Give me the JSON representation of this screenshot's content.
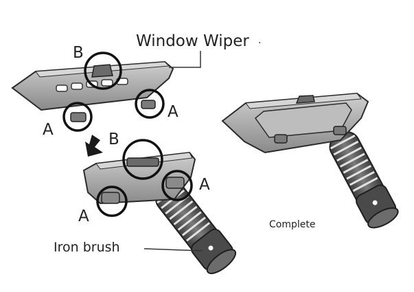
{
  "labels": {
    "window_wiper": "Window Wiper",
    "iron_brush": "Iron brush",
    "complete": "Complete",
    "a": "A",
    "b": "B"
  },
  "colors": {
    "outline": "#2a2a2a",
    "plate_fill": "#9a9a9a",
    "plate_top": "#c8c8c8",
    "handle_fill": "#5a5a5a",
    "handle_rib": "#d8d8d8",
    "text": "#222222"
  }
}
